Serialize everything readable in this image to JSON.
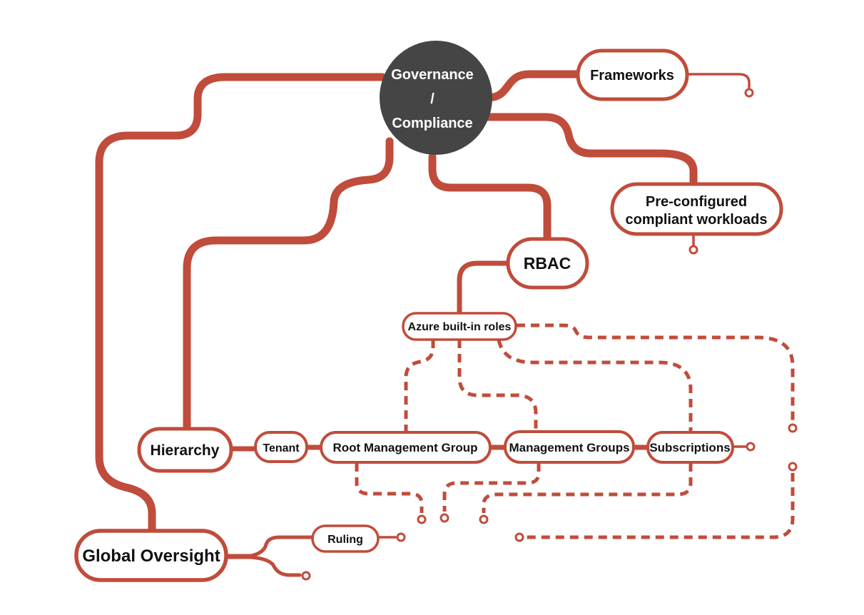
{
  "colors": {
    "line": "#c04c3b",
    "center_fill": "#454545",
    "center_text": "#ffffff",
    "node_fill": "#ffffff",
    "node_text": "#111111",
    "background": "#ffffff"
  },
  "nodes": {
    "governance_compliance": {
      "lines": [
        "Governance",
        "/",
        "Compliance"
      ]
    },
    "frameworks": {
      "label": "Frameworks"
    },
    "pre_configured": {
      "lines": [
        "Pre-configured",
        "compliant workloads"
      ]
    },
    "rbac": {
      "label": "RBAC"
    },
    "azure_built_in_roles": {
      "label": "Azure built-in roles"
    },
    "hierarchy": {
      "label": "Hierarchy"
    },
    "tenant": {
      "label": "Tenant"
    },
    "root_management_group": {
      "label": "Root Management Group"
    },
    "management_groups": {
      "label": "Management Groups"
    },
    "subscriptions": {
      "label": "Subscriptions"
    },
    "global_oversight": {
      "label": "Global Oversight"
    },
    "ruling": {
      "label": "Ruling"
    }
  },
  "edges": [
    {
      "from": "governance_compliance",
      "to": "frameworks",
      "style": "solid-thick"
    },
    {
      "from": "governance_compliance",
      "to": "pre_configured",
      "style": "solid-thick"
    },
    {
      "from": "governance_compliance",
      "to": "rbac",
      "style": "solid-thick"
    },
    {
      "from": "governance_compliance",
      "to": "hierarchy",
      "style": "solid-thick"
    },
    {
      "from": "governance_compliance",
      "to": "global_oversight",
      "style": "solid-thick"
    },
    {
      "from": "rbac",
      "to": "azure_built_in_roles",
      "style": "solid"
    },
    {
      "from": "hierarchy",
      "to": "tenant",
      "style": "solid"
    },
    {
      "from": "tenant",
      "to": "root_management_group",
      "style": "solid"
    },
    {
      "from": "root_management_group",
      "to": "management_groups",
      "style": "solid"
    },
    {
      "from": "management_groups",
      "to": "subscriptions",
      "style": "solid"
    },
    {
      "from": "global_oversight",
      "to": "ruling",
      "style": "solid"
    },
    {
      "from": "azure_built_in_roles",
      "to": "root_management_group",
      "style": "dashed"
    },
    {
      "from": "azure_built_in_roles",
      "to": "management_groups",
      "style": "dashed"
    },
    {
      "from": "azure_built_in_roles",
      "to": "subscriptions",
      "style": "dashed"
    },
    {
      "from": "azure_built_in_roles",
      "to": "endpoint",
      "style": "dashed"
    },
    {
      "from": "root_management_group",
      "to": "endpoint",
      "style": "dashed"
    },
    {
      "from": "management_groups",
      "to": "endpoint",
      "style": "dashed"
    },
    {
      "from": "subscriptions",
      "to": "endpoint",
      "style": "dashed"
    }
  ]
}
